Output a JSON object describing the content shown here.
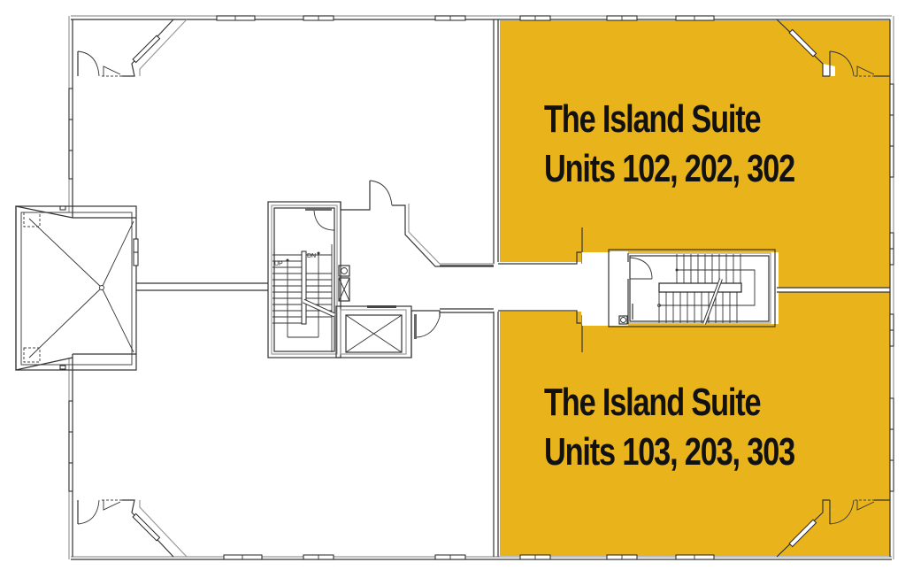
{
  "colors": {
    "suite_fill": "#E8B31B",
    "wall_stroke": "#333333",
    "background": "#FFFFFF"
  },
  "units": [
    {
      "id": "upper-right",
      "title": "The Island Suite",
      "units_line": "Units 102, 202, 302",
      "highlighted": true
    },
    {
      "id": "lower-right",
      "title": "The Island Suite",
      "units_line": "Units 103, 203, 303",
      "highlighted": true
    }
  ],
  "stairs": {
    "west_up_label": "UP",
    "west_dn_label": "DN"
  }
}
